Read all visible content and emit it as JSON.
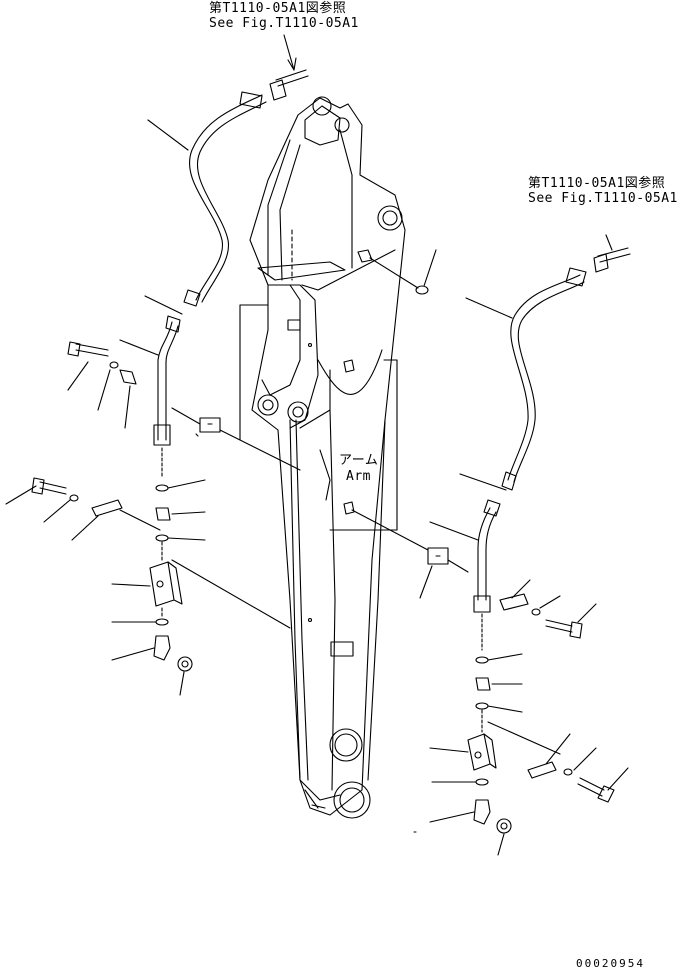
{
  "references": {
    "top": {
      "jp": "第T1110-05A1図参照",
      "en": "See Fig.T1110-05A1"
    },
    "right": {
      "jp": "第T1110-05A1図参照",
      "en": "See Fig.T1110-05A1"
    }
  },
  "arm_label": {
    "jp": "アーム",
    "en": "Arm"
  },
  "drawing_number": "00020954",
  "colors": {
    "line": "#000000",
    "background": "#ffffff"
  }
}
